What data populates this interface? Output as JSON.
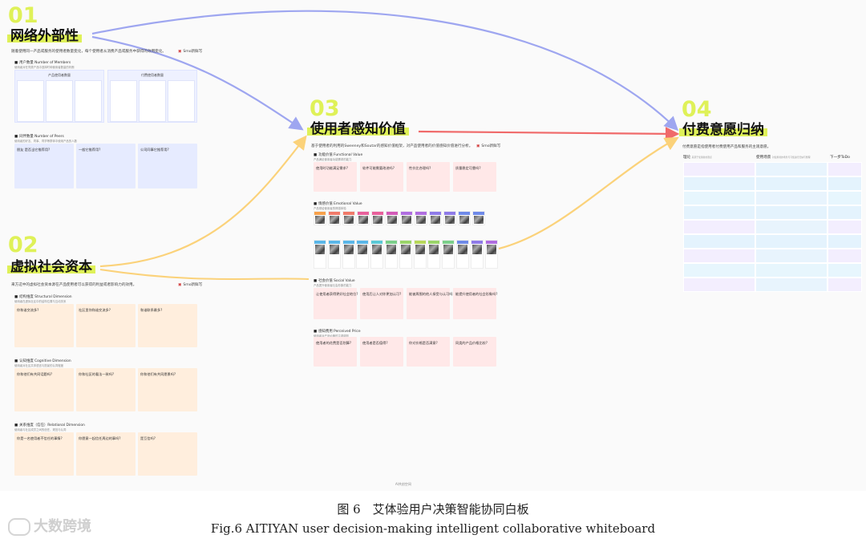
{
  "sections": [
    {
      "num": "01",
      "title": "网络外部性",
      "desc": "随着使用同一产品或服务的使用者数量变化，每个使用者从消费产品或服务中获得的效用变化。",
      "tag": "Smo新鲜写"
    },
    {
      "num": "02",
      "title": "虚拟社会资本",
      "desc": "来方这中的虚拟社会资本源在产品使用者可以获得的利益或者影响力的效用。",
      "tag": "Smo新鲜写"
    },
    {
      "num": "03",
      "title": "使用者感知价值",
      "desc": "基于使用者的利用的Sweeney和Soutar的感知价值框架，对产品使用者的价值感知价值进行分析。",
      "tag": "Smo新鲜写"
    },
    {
      "num": "04",
      "title": "付费意愿归纳",
      "desc": "付费意愿是指使用者付费使用产品和服务的主观意愿。"
    }
  ],
  "s01": {
    "sub1": "用户数量 Number of Members",
    "sub1_note": "使用者对在同类产品中选择时和使用者数量的判断",
    "frame1_title": "产品使用者数量",
    "frame2_title": "付费使用者数量",
    "sub2": "同伴数量 Number of Peers",
    "sub2_note": "使用者的好友、同事、同学等群体中使用产品的人数",
    "cards": [
      "朋友 是否当它推荐用?",
      "一般它推荐用?",
      "公司同事它推荐用?"
    ]
  },
  "s02": {
    "sub1": "结构维度 Structural Dimension",
    "sub1_note": "使用者在虚拟社区中的结构位置与互动关系",
    "cards1": [
      "你和谁交流多?",
      "社区里你和谁交流多?",
      "和谁联系最多?"
    ],
    "sub2": "认知维度 Cognitive Dimension",
    "sub2_note": "使用者对社区共享语言与愿景的认同程度",
    "cards2": [
      "你和他们有共同话题吗?",
      "你和社区的看法一致吗?",
      "你和他们有共同愿景吗?"
    ],
    "sub3": "关系维度（信任）Relational Dimension",
    "sub3_note": "使用者与社区成员之间的信任、规范与认同",
    "cards3": [
      "你是一名使用者不信任的事情?",
      "你愿意一起信任周边的事吗?",
      "是互信吗?"
    ]
  },
  "s03": {
    "sub1": "功能价值 Functional Value",
    "sub1_note": "产品满足使用者功能需求的能力",
    "cards1": [
      "使用时功能满足需求?",
      "软件可能需要改进吗?",
      "性价比合理吗?",
      "质量稳定可靠吗?"
    ],
    "sub2": "情感价值 Emotional Value",
    "sub2_note": "产品带给使用者的情感体验",
    "sub3": "社会价值 Social Value",
    "sub3_note": "产品提升使用者社会形象的能力",
    "cards3": [
      "让使用者获得更好社会地位?",
      "使用后让人对你更加认可?",
      "能被周围的他人接受与认可吗?",
      "能提升使用者的社会形象吗?"
    ],
    "sub4": "感知费用 Perceived Price",
    "sub4_note": "使用者对产品价格的主观感知",
    "cards4": [
      "使用者的花费是否划算?",
      "使用者是否值得?",
      "你对价格是否满意?",
      "同类的产品价格比较?"
    ]
  },
  "s04": {
    "col1": "理论",
    "col1_note": "来源于使用者的观点",
    "col2": "使用场景",
    "col2_note": "对使用者的场景与习惯进行归纳与整理",
    "col3": "下一步ToDo"
  },
  "footer": "AI共创空间",
  "caption_cn": "图 6　艾体验用户决策智能协同白板",
  "caption_en": "Fig.6 AITIYAN user decision-making intelligent collaborative whiteboard",
  "watermark": "大数跨境",
  "colors": {
    "accent_green": "#dff158",
    "arrow_blue": "#9ea6f0",
    "arrow_orange": "#fbd27a",
    "arrow_red": "#f06a6a"
  }
}
